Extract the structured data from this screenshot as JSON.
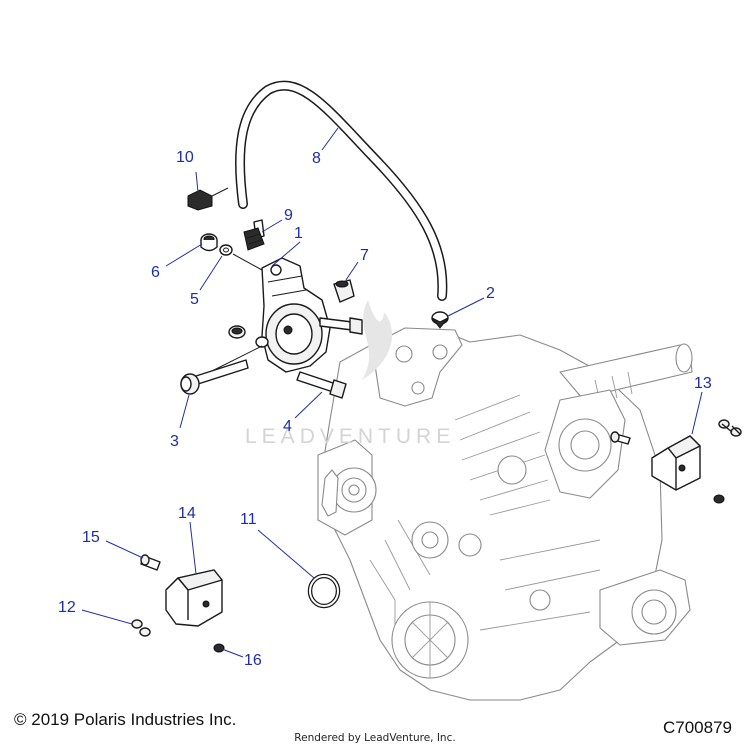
{
  "diagram": {
    "watermark": "LEADVENTURE",
    "callouts": [
      {
        "id": "1",
        "label": "1"
      },
      {
        "id": "2",
        "label": "2"
      },
      {
        "id": "3",
        "label": "3"
      },
      {
        "id": "4",
        "label": "4"
      },
      {
        "id": "5",
        "label": "5"
      },
      {
        "id": "6",
        "label": "6"
      },
      {
        "id": "7",
        "label": "7"
      },
      {
        "id": "8",
        "label": "8"
      },
      {
        "id": "9",
        "label": "9"
      },
      {
        "id": "10",
        "label": "10"
      },
      {
        "id": "11",
        "label": "11"
      },
      {
        "id": "12",
        "label": "12"
      },
      {
        "id": "13",
        "label": "13"
      },
      {
        "id": "14",
        "label": "14"
      },
      {
        "id": "15",
        "label": "15"
      },
      {
        "id": "16",
        "label": "16"
      }
    ]
  },
  "footer": {
    "copyright": "© 2019 Polaris Industries Inc.",
    "rendered_by": "Rendered by LeadVenture, Inc.",
    "diagram_code": "C700879"
  },
  "colors": {
    "callout": "#1c2fa8",
    "line_art": "#1a1a1a",
    "casing": "#8a8a8a",
    "watermark": "#d4d4d4"
  }
}
